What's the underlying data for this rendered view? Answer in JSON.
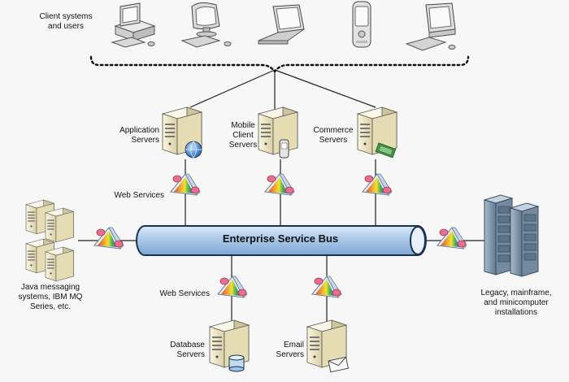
{
  "bus": {
    "title": "Enterprise Service Bus"
  },
  "labels": {
    "clients": "Client systems\nand users",
    "app_servers": "Application\nServers",
    "mobile_servers": "Mobile\nClient\nServers",
    "commerce_servers": "Commerce\nServers",
    "web_services_top": "Web Services",
    "web_services_bottom": "Web Services",
    "java_messaging": "Java messaging\nsystems, IBM MQ\nSeries, etc.",
    "legacy": "Legacy, mainframe,\nand minicomputer\ninstallations",
    "database_servers": "Database\nServers",
    "email_servers": "Email\nServers"
  },
  "colors": {
    "bus_fill": "#a9c9ea",
    "bus_stroke": "#1c3350",
    "server_body": "#efe6c4",
    "legacy_body": "#8aa0b3",
    "adapter_left": "#e03a1c",
    "adapter_mid": "#f0c21b",
    "adapter_right": "#2a4fc9"
  },
  "icons": {
    "clients": [
      "desktop-computer-icon",
      "workstation-icon",
      "laptop-icon",
      "pda-icon",
      "terminal-icon"
    ],
    "server": "server-tower-icon",
    "adapter": "web-service-adapter-icon",
    "legacy": "mainframe-rack-icon"
  }
}
